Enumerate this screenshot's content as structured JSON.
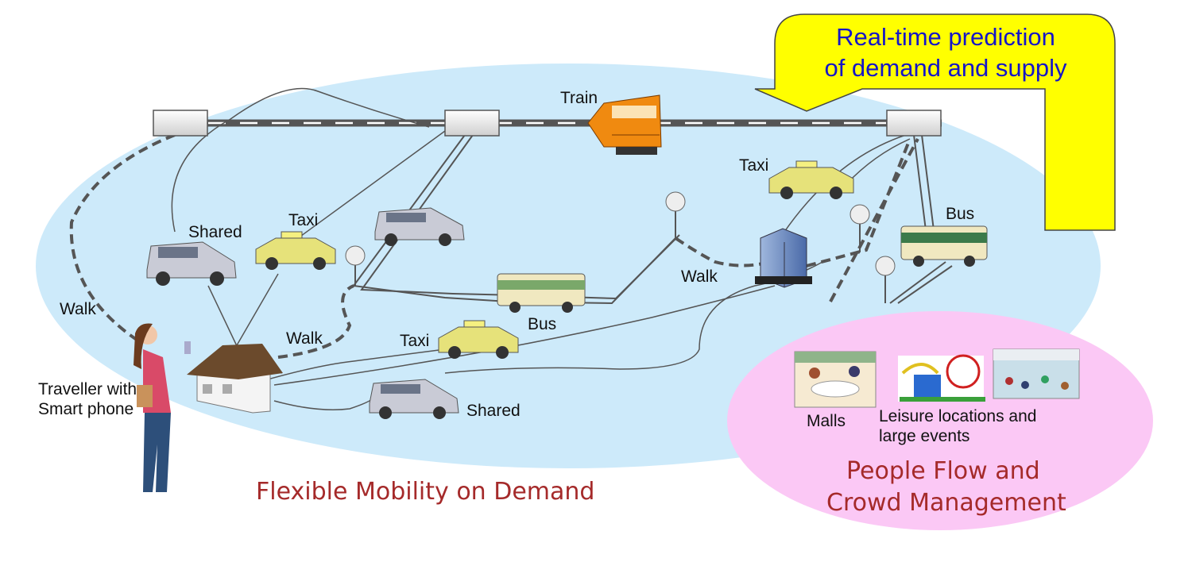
{
  "callout": {
    "line1": "Real-time prediction",
    "line2": "of demand and supply",
    "fill": "#ffff00",
    "text_color": "#1515c8"
  },
  "regions": {
    "mobility_caption": "Flexible Mobility on Demand",
    "crowd_caption_line1": "People Flow and",
    "crowd_caption_line2": "Crowd Management",
    "mobility_color": "#cdeafa",
    "crowd_color": "#fbc8f5",
    "caption_color": "#a52a2a"
  },
  "labels": {
    "train": "Train",
    "taxi_top_right": "Taxi",
    "bus_right": "Bus",
    "shared_left": "Shared",
    "taxi_left": "Taxi",
    "walk_left": "Walk",
    "walk_middle": "Walk",
    "walk_right": "Walk",
    "bus_middle": "Bus",
    "taxi_bottom": "Taxi",
    "shared_bottom": "Shared",
    "traveller": "Traveller with Smart phone",
    "malls": "Malls",
    "leisure": "Leisure locations and large events"
  }
}
